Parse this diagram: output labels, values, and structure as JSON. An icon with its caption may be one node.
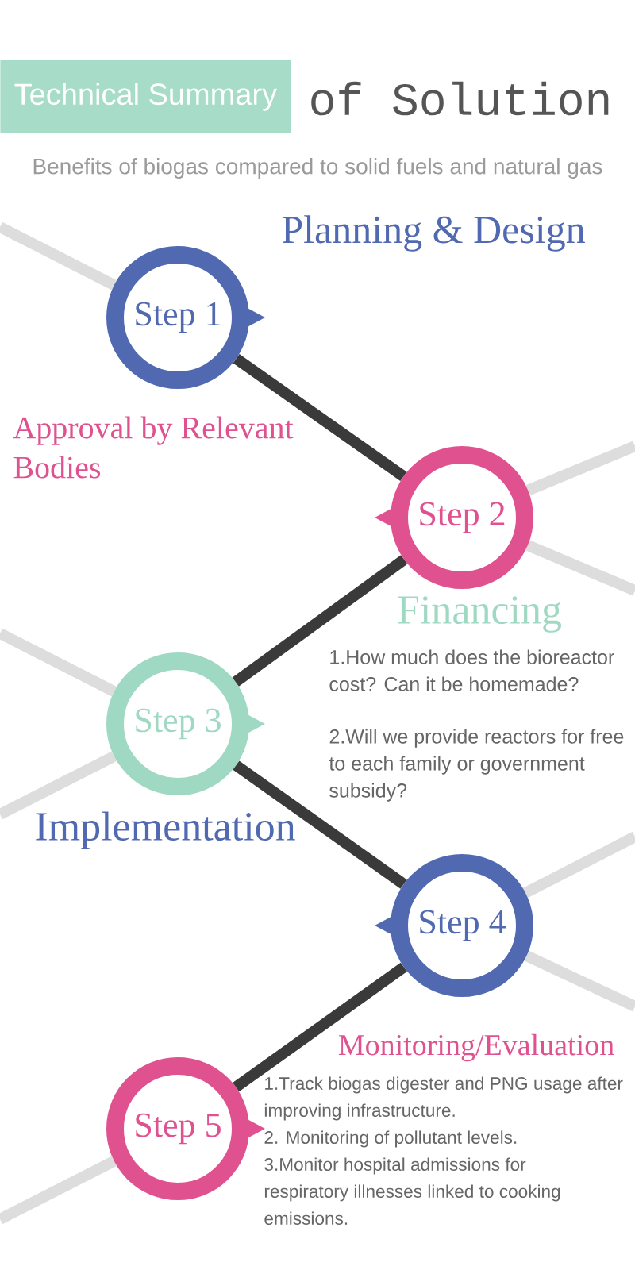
{
  "diagram": {
    "title": "Technical Summary",
    "nodes": [
      {
        "text": [
          "Step 1"
        ],
        "beside": [
          "Planning & Design"
        ]
      },
      {
        "text": [
          "Step 2"
        ]
      },
      {
        "text": [
          "Step 3"
        ],
        "beside": [
          "Financing",
          "1.How much does the bioreactor cost? Can it be homemade?",
          "2.Will we provide reactors for free to each family or government subsidy?"
        ]
      },
      {
        "text": [
          "Step 4"
        ]
      },
      {
        "text": [
          "Step 5"
        ],
        "beside": [
          "Monitoring/Evaluation",
          "1.Track biogas digester and PNG usage after improving infrastructure.",
          "2. Monitoring of pollutant levels.",
          "3.Monitor hospital admissions for respiratory illnesses linked to cooking emissions."
        ]
      }
    ],
    "edges": [
      {
        "from": 0,
        "to": 1,
        "arrow": "none"
      },
      {
        "from": 1,
        "to": 2,
        "arrow": "none"
      },
      {
        "from": 2,
        "to": 3,
        "arrow": "none"
      },
      {
        "from": 3,
        "to": 4,
        "arrow": "none"
      }
    ],
    "labels": [
      "of Solution",
      "Benefits of biogas compared to solid fuels and natural gas",
      "Approval by Relevant Bodies",
      "Implementation"
    ]
  }
}
